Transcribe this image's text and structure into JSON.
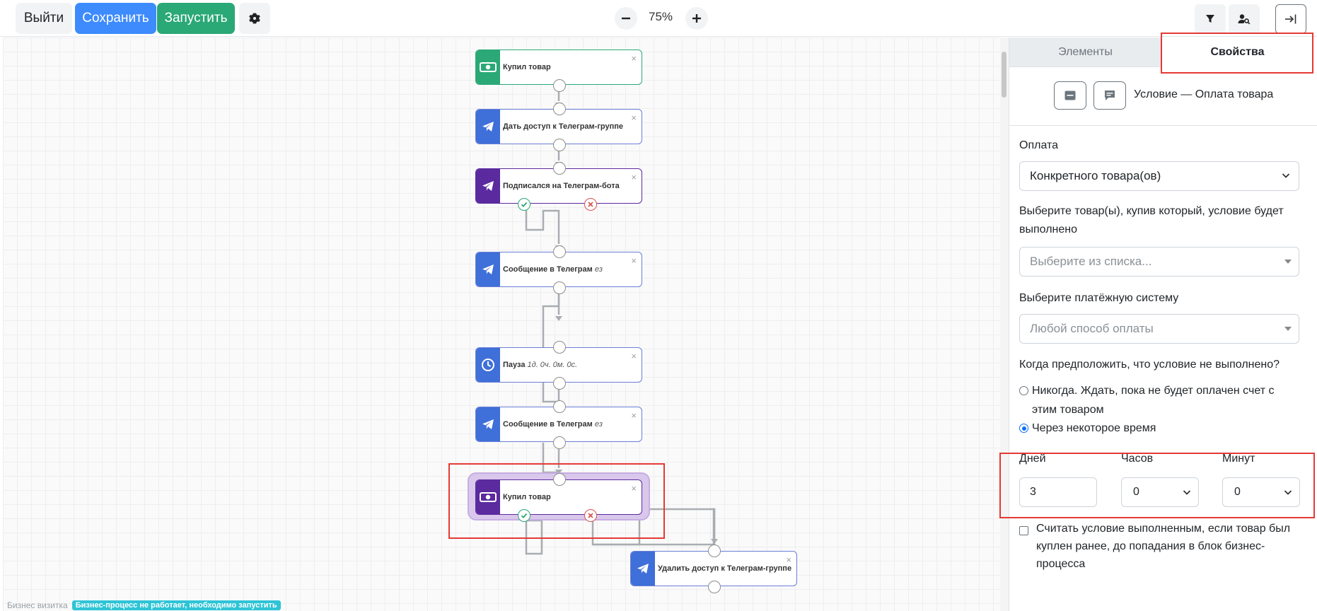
{
  "toolbar": {
    "exit_label": "Выйти",
    "save_label": "Сохранить",
    "run_label": "Запустить",
    "zoom": "75%"
  },
  "flow": {
    "nodes": [
      {
        "id": "n1",
        "label": "Купил товар",
        "note": ""
      },
      {
        "id": "n2",
        "label": "Дать доступ к Телеграм-группе",
        "note": ""
      },
      {
        "id": "n3",
        "label": "Подписался на Телеграм-бота",
        "note": ""
      },
      {
        "id": "n4",
        "label": "Сообщение в Телеграм",
        "note": "ез"
      },
      {
        "id": "n5",
        "label": "Пауза",
        "note": "1д. 0ч. 0м. 0с."
      },
      {
        "id": "n6",
        "label": "Сообщение в Телеграм",
        "note": "ез"
      },
      {
        "id": "n7",
        "label": "Купил товар",
        "note": ""
      },
      {
        "id": "n8",
        "label": "Удалить доступ к Телеграм-группе",
        "note": ""
      }
    ],
    "close_glyph": "×"
  },
  "footer": {
    "process_name": "Бизнес визитка",
    "status_badge": "Бизнес-процесс не работает, необходимо запустить"
  },
  "panel": {
    "tabs": [
      "Элементы",
      "Свойства"
    ],
    "active_tab": "Свойства",
    "block_title": "Условие — Оплата товара",
    "payment_label": "Оплата",
    "payment_value": "Конкретного товара(ов)",
    "products_label": "Выберите товар(ы), купив который, условие будет выполнено",
    "products_placeholder": "Выберите из списка...",
    "paysys_label": "Выберите платёжную систему",
    "paysys_value": "Любой способ оплаты",
    "fail_question": "Когда предположить, что условие не выполнено?",
    "radio_never": "Никогда. Ждать, пока не будет оплачен счет с этим товаром",
    "radio_after": "Через некоторое время",
    "selected_radio": "after",
    "days_label": "Дней",
    "hours_label": "Часов",
    "minutes_label": "Минут",
    "days_value": "3",
    "hours_value": "0",
    "minutes_value": "0",
    "checkbox_label": "Считать условие выполненным, если товар был куплен ранее, до попадания в блок бизнес-процесса",
    "checkbox_checked": false
  },
  "colors": {
    "primary": "#3d8bfd",
    "success": "#2aa876",
    "telegram": "#3f6fd8",
    "purple": "#5b2a9e",
    "highlight_red": "#e53935"
  },
  "icons": [
    "gear-icon",
    "minus-icon",
    "plus-icon",
    "filter-icon",
    "user-search-icon",
    "sidebar-toggle-icon",
    "money-icon",
    "telegram-icon",
    "clock-icon",
    "comment-icon",
    "comment-lines-icon"
  ]
}
